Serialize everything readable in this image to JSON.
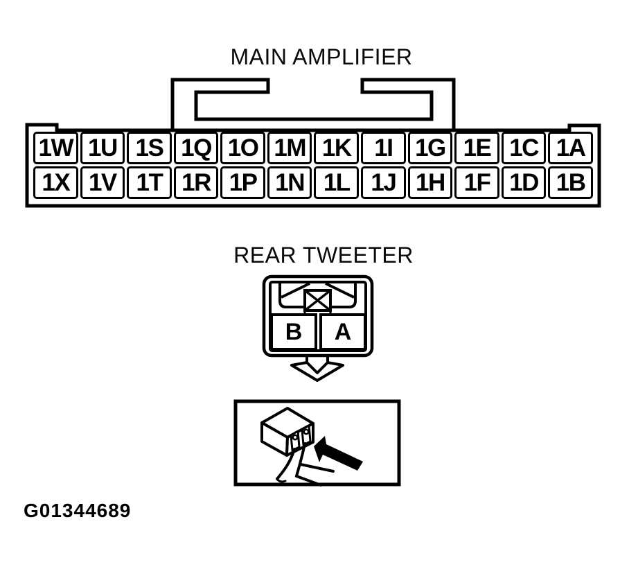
{
  "page": {
    "background_color": "#ffffff",
    "line_color": "#000000"
  },
  "figure_id": "G01344689",
  "main_amplifier": {
    "title": "MAIN AMPLIFIER",
    "pins_row1": [
      "1W",
      "1U",
      "1S",
      "1Q",
      "1O",
      "1M",
      "1K",
      "1I",
      "1G",
      "1E",
      "1C",
      "1A"
    ],
    "pins_row2": [
      "1X",
      "1V",
      "1T",
      "1R",
      "1P",
      "1N",
      "1L",
      "1J",
      "1H",
      "1F",
      "1D",
      "1B"
    ]
  },
  "rear_tweeter": {
    "title": "REAR TWEETER",
    "pin_left": "B",
    "pin_right": "A"
  },
  "icons": {
    "down_arrow": "hollow-block-down-arrow",
    "pointer_arrow": "solid-arrow-pointing-at-connector"
  }
}
